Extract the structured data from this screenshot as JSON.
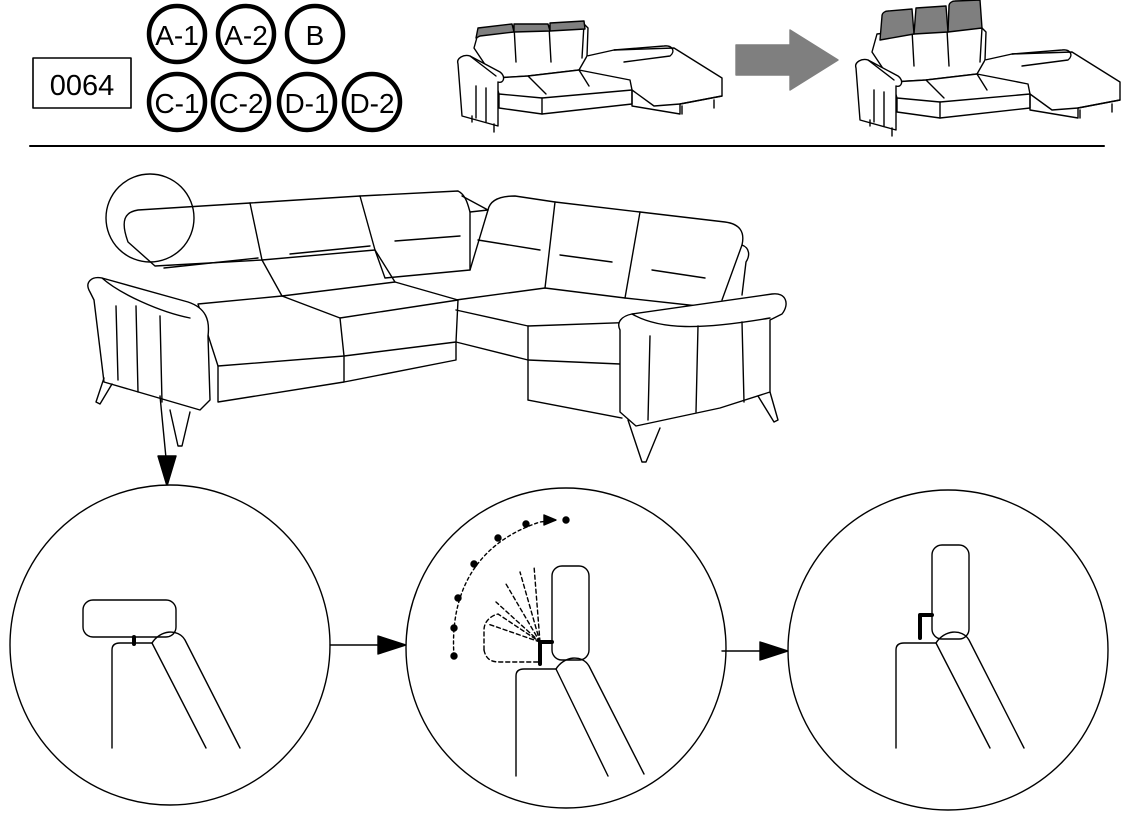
{
  "model_code": "0064",
  "variant_codes": [
    "A-1",
    "A-2",
    "B",
    "C-1",
    "C-2",
    "D-1",
    "D-2"
  ],
  "colors": {
    "line": "#000000",
    "background": "#ffffff",
    "headrest_highlight": "#7f7f7f",
    "arrow_fill": "#7f7f7f"
  },
  "icons": {
    "direction_arrow": "block-arrow-right",
    "detail_arrow": "arrow-down",
    "step_arrow": "arrow-right"
  },
  "steps": [
    {
      "state": "headrest-lowered"
    },
    {
      "state": "headrest-rotating"
    },
    {
      "state": "headrest-raised"
    }
  ]
}
